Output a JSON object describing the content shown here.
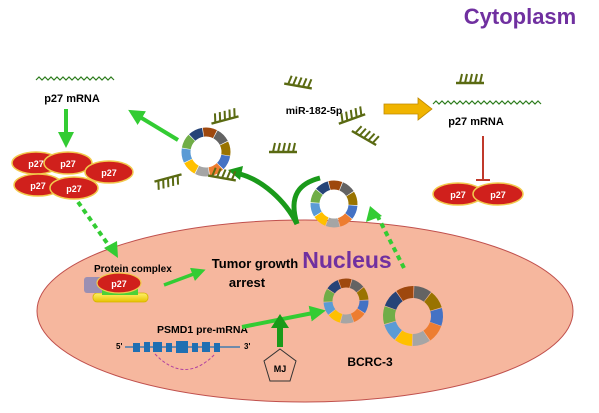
{
  "labels": {
    "cytoplasm": "Cytoplasm",
    "nucleus": "Nucleus",
    "p27_mrna": "p27  mRNA",
    "mirna": "miR-182-5p",
    "protein_complex": "Protein complex",
    "tumor_growth_arrest_line1": "Tumor growth",
    "tumor_growth_arrest_line2": "arrest",
    "psmd1": "PSMD1 pre-mRNA",
    "bcrc3": "BCRC-3",
    "mj": "MJ",
    "p27": "p27",
    "five_prime": "5'",
    "three_prime": "3'"
  },
  "colors": {
    "cytoplasm_title": "#7030a0",
    "nucleus_title": "#7030a0",
    "nucleus_fill": "#f6b79e",
    "nucleus_stroke": "#c0504d",
    "arrow_green": "#33cc33",
    "arrow_dark_green": "#1a9a1a",
    "p27_red": "#d0201c",
    "p27_border": "#f2c94c",
    "mirna_olive": "#5a6a12",
    "inhibit_red": "#c0392b",
    "gold_arrow": "#f0b400",
    "exon_blue": "#1f6fb2",
    "ring_segments": [
      "#4472c4",
      "#ed7d31",
      "#a5a5a5",
      "#ffc000",
      "#5b9bd5",
      "#70ad47",
      "#264478",
      "#9e480e",
      "#636363",
      "#997300"
    ]
  }
}
